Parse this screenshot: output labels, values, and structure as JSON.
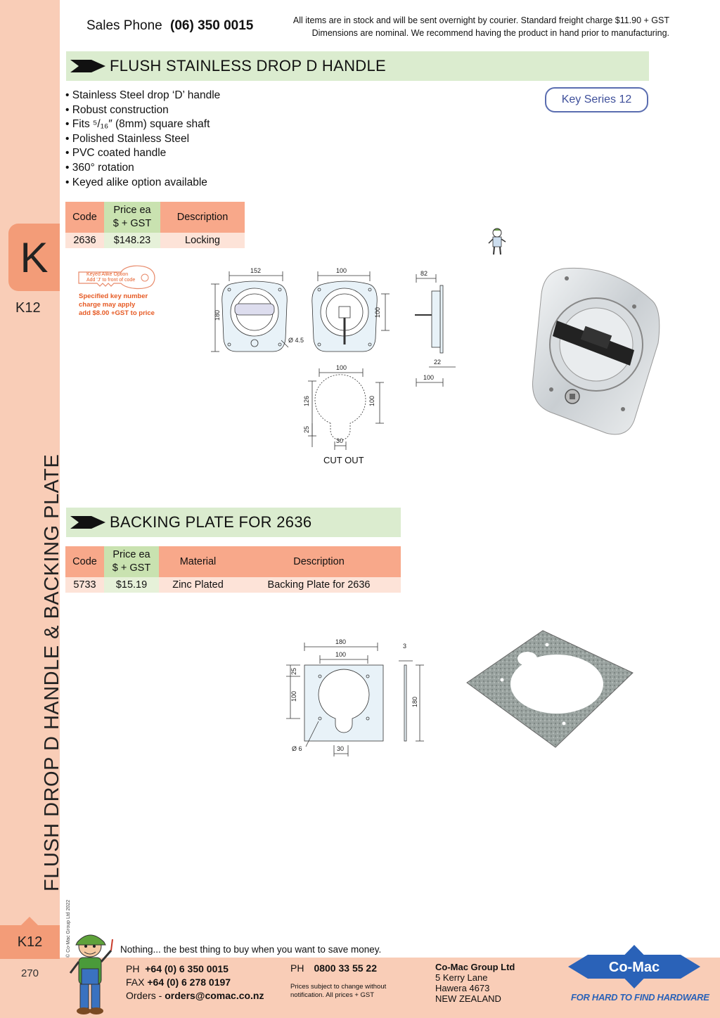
{
  "header": {
    "phone_label": "Sales Phone",
    "phone_number": "(06) 350 0015",
    "note_line1": "All items are in stock and will be sent overnight by courier. Standard freight charge $11.90 + GST",
    "note_line2": "Dimensions are nominal. We recommend having the product in hand prior to manufacturing."
  },
  "sidebar": {
    "tab_letter": "K",
    "code_top": "K12",
    "vertical_title": "FLUSH DROP D HANDLE & BACKING PLATE",
    "copyright": "© Co-Mac Group Ltd 2022",
    "code_bottom": "K12",
    "page_number": "270"
  },
  "section1": {
    "title": "FLUSH STAINLESS DROP D HANDLE",
    "key_series": "Key Series 12",
    "bullets": [
      "• Stainless Steel drop ‘D’ handle",
      "• Robust construction",
      "• Fits ⁵/₁₆″ (8mm) square shaft",
      "• Polished Stainless Steel",
      "• PVC coated handle",
      "• 360° rotation",
      "• Keyed alike option available"
    ],
    "table": {
      "headers": [
        "Code",
        "Price ea",
        "$ + GST",
        "Description"
      ],
      "rows": [
        [
          "2636",
          "$148.23",
          "Locking"
        ]
      ]
    },
    "key_option": {
      "tag_line1": "Keyed Alike Option",
      "tag_line2": "Add 'J' to front of code",
      "line1": "Specified key number",
      "line2": "charge may apply",
      "line3": "add $8.00 +GST to price"
    },
    "dims": {
      "front_width": "152",
      "front_height": "180",
      "back_width": "100",
      "back_height": "100",
      "hole": "Ø 4.5",
      "side_depth": "82",
      "side_flange": "22",
      "side_base": "100",
      "cut_width": "100",
      "cut_height_total": "126",
      "cut_height": "100",
      "cut_tab": "25",
      "cut_tab_width": "30"
    },
    "cutout_label": "CUT OUT"
  },
  "section2": {
    "title": "BACKING PLATE FOR 2636",
    "table": {
      "headers": [
        "Code",
        "Price ea",
        "$ + GST",
        "Material",
        "Description"
      ],
      "rows": [
        [
          "5733",
          "$15.19",
          "Zinc Plated",
          "Backing Plate for 2636"
        ]
      ]
    },
    "dims": {
      "width": "180",
      "inner": "100",
      "thickness": "3",
      "top": "25",
      "hole_height": "100",
      "height": "180",
      "hole": "Ø 6",
      "tab": "30"
    }
  },
  "footer": {
    "slogan": "Nothing... the best thing to buy when you want to save money.",
    "ph_label": "PH",
    "ph_number": "+64 (0) 6 350 0015",
    "fax_label": "FAX",
    "fax_number": "+64 (0) 6 278 0197",
    "orders_label": "Orders -",
    "orders_email": "orders@comac.co.nz",
    "ph2_label": "PH",
    "ph2_number": "0800 33 55 22",
    "terms_line1": "Prices subject to change without",
    "terms_line2": "notification. All prices + GST",
    "company": "Co-Mac Group Ltd",
    "addr1": "5 Kerry Lane",
    "addr2": "Hawera 4673",
    "addr3": "NEW ZEALAND",
    "logo_text": "Co-Mac",
    "logo_tagline": "FOR HARD TO FIND HARDWARE"
  },
  "colors": {
    "sidebar": "#f9cdb7",
    "tab": "#f39c78",
    "section_bar": "#dbeccf",
    "header_amber": "#f8a88a",
    "header_green": "#c9e2b0",
    "key_series_border": "#5a6db0",
    "logo_blue": "#2a62b8"
  }
}
